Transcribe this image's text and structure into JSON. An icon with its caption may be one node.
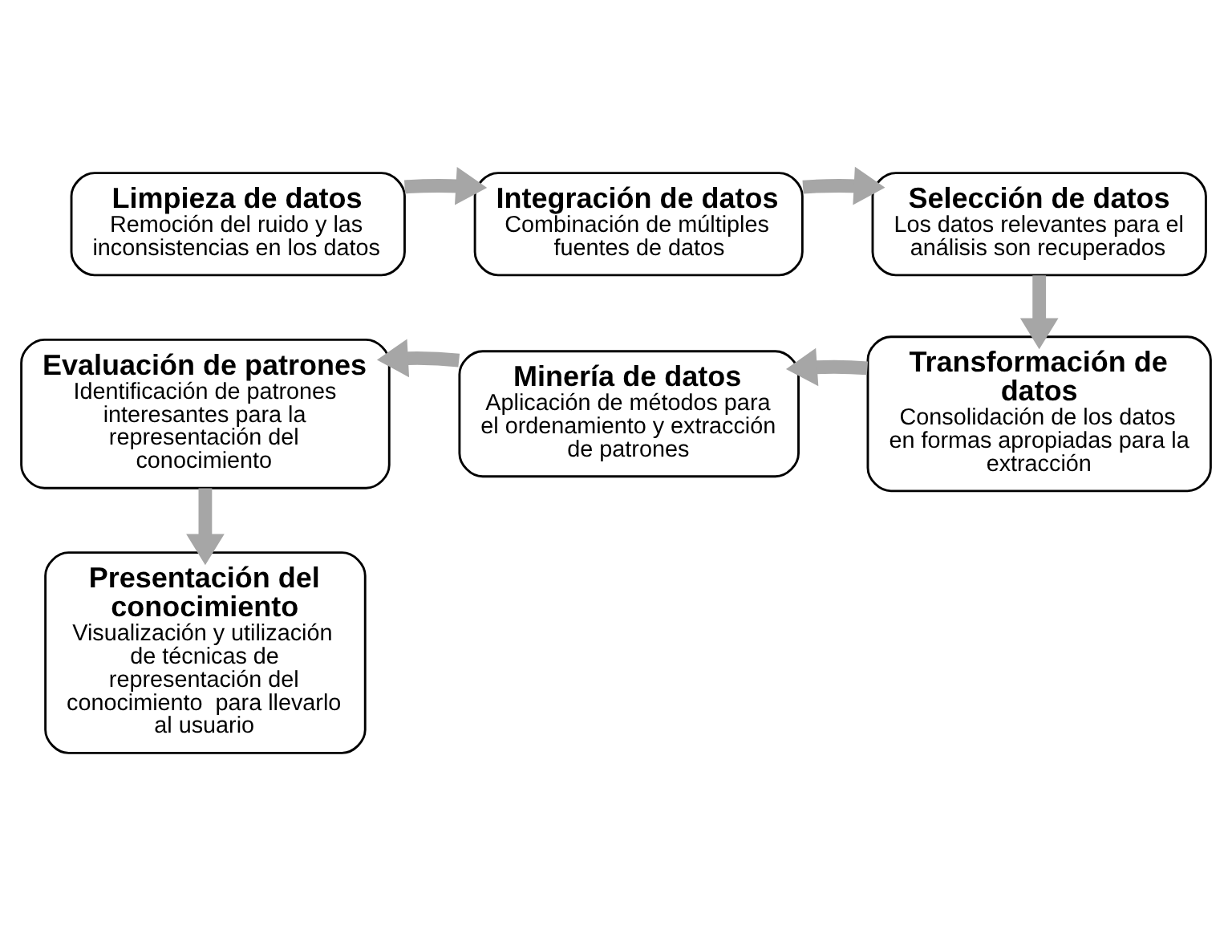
{
  "diagram": {
    "nodes": [
      {
        "text": [
          "Limpieza de datos",
          "Remoción del ruido y las inconsistencias en los datos"
        ]
      },
      {
        "text": [
          "Integración de datos",
          "Combinación de múltiples fuentes de datos"
        ]
      },
      {
        "text": [
          "Selección de datos",
          "Los datos relevantes para el análisis son recuperados"
        ]
      },
      {
        "text": [
          "Transformación de datos",
          "Consolidación de los datos en formas apropiadas para la extracción"
        ]
      },
      {
        "text": [
          "Minería de datos",
          "Aplicación de métodos para el ordenamiento y extracción de patrones"
        ]
      },
      {
        "text": [
          "Evaluación de patrones",
          "Identificación de patrones interesantes para la representación del conocimiento"
        ]
      },
      {
        "text": [
          "Presentación del conocimiento",
          "Visualización y utilización de técnicas de representación del conocimiento  para llevarlo al usuario"
        ]
      }
    ],
    "edges": [
      {
        "from": 0,
        "to": 1,
        "arrow": "to"
      },
      {
        "from": 1,
        "to": 2,
        "arrow": "to"
      },
      {
        "from": 2,
        "to": 3,
        "arrow": "to"
      },
      {
        "from": 3,
        "to": 4,
        "arrow": "to"
      },
      {
        "from": 4,
        "to": 5,
        "arrow": "to"
      },
      {
        "from": 5,
        "to": 6,
        "arrow": "to"
      }
    ]
  }
}
